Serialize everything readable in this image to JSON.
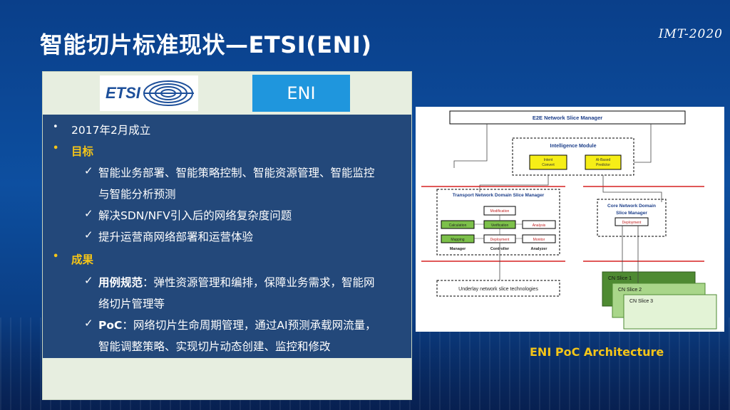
{
  "slide": {
    "title": "智能切片标准现状—ETSI(ENI)",
    "brand": "IMT-2020"
  },
  "panel": {
    "etsi_logo_text": "ETSI",
    "eni_label": "ENI",
    "items": [
      {
        "text": "2017年2月成立"
      },
      {
        "text": "目标"
      },
      {
        "text": "智能业务部署、智能策略控制、智能资源管理、智能监控"
      },
      {
        "text": "与智能分析预测"
      },
      {
        "text": "解决SDN/NFV引入后的网络复杂度问题"
      },
      {
        "text": "提升运营商网络部署和运营体验"
      },
      {
        "text": "成果"
      },
      {
        "bold": "用例规范",
        "text": "：弹性资源管理和编排，保障业务需求，智能网"
      },
      {
        "text": "络切片管理等"
      },
      {
        "bold": "PoC",
        "text": "：网络切片生命周期管理，通过AI预测承载网流量，"
      },
      {
        "text": "智能调整策略、实现切片动态创建、监控和修改"
      }
    ]
  },
  "diagram": {
    "e2e": "E2E Network Slice Manager",
    "intelligence": "Intelligence Module",
    "intent": [
      "Intent",
      "Convert"
    ],
    "predictor": [
      "AI-Based",
      "Predictor"
    ],
    "transport": "Transport Network Domain Slice Manager",
    "modification": "Modification",
    "calculation": "Calculation",
    "verification": "Verification",
    "analysis": "Analysis",
    "mapping": "Mapping",
    "deployment": "Deployment",
    "monitor": "Monitor",
    "manager": "Manager",
    "controller": "Controller",
    "analyzer": "Analyzer",
    "core": [
      "Core Network Domain",
      "Slice Manager"
    ],
    "core_deployment": "Deployment",
    "underlay": "Underlay network slice technologies",
    "cn1": "CN Slice 1",
    "cn2": "CN Slice 2",
    "cn3": "CN Slice 3"
  },
  "caption": "ENI PoC Architecture"
}
